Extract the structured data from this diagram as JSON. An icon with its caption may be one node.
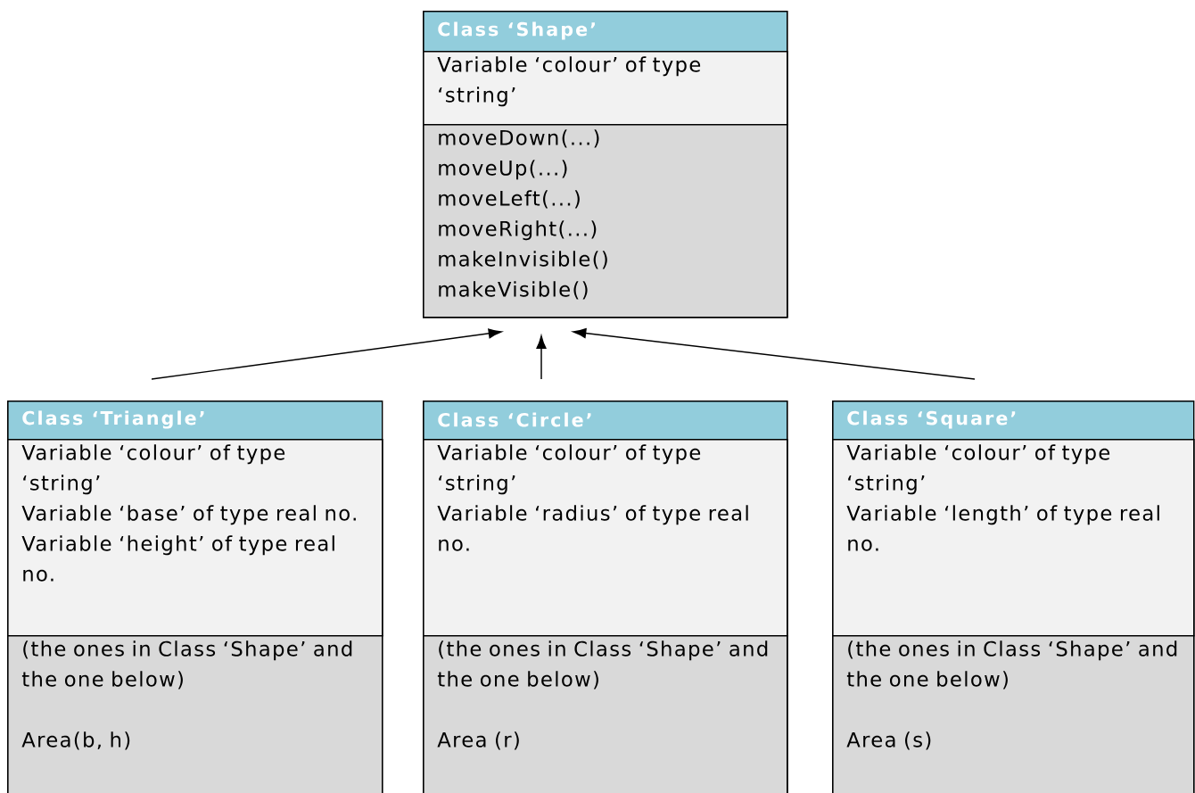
{
  "diagram": {
    "nodes": [
      {
        "text": [
          "Class ‘Shape’"
        ]
      },
      {
        "text": [
          "Variable ‘colour’ of type ‘string’"
        ],
        "in": 0
      },
      {
        "text": [
          "moveDown(...)",
          "moveUp(...)",
          "moveLeft(...)",
          "moveRight(...)",
          "makeInvisible()",
          "makeVisible()"
        ],
        "in": 0
      },
      {
        "text": [
          "Class ‘Triangle’"
        ]
      },
      {
        "text": [
          "Variable ‘colour’ of type ‘string’",
          "Variable ‘base’ of type real no.",
          "Variable ‘height’ of type real no."
        ],
        "in": 3
      },
      {
        "text": [
          "(the ones in Class ‘Shape’ and the one below)",
          "Area(b, h)"
        ],
        "in": 3
      },
      {
        "text": [
          "Class ‘Circle’"
        ]
      },
      {
        "text": [
          "Variable ‘colour’ of type ‘string’",
          "Variable ‘radius’ of type real no."
        ],
        "in": 6
      },
      {
        "text": [
          "(the ones in Class ‘Shape’ and the one below)",
          "Area (r)"
        ],
        "in": 6
      },
      {
        "text": [
          "Class ‘Square’"
        ]
      },
      {
        "text": [
          "Variable ‘colour’ of type ‘string’",
          "Variable ‘length’ of type real no."
        ],
        "in": 9
      },
      {
        "text": [
          "(the ones in Class ‘Shape’ and the one below)",
          "Area (s)"
        ],
        "in": 9
      }
    ],
    "edges": [
      {
        "from": 3,
        "to": 0,
        "arrow": "to"
      },
      {
        "from": 6,
        "to": 0,
        "arrow": "to"
      },
      {
        "from": 9,
        "to": 0,
        "arrow": "to"
      }
    ]
  }
}
